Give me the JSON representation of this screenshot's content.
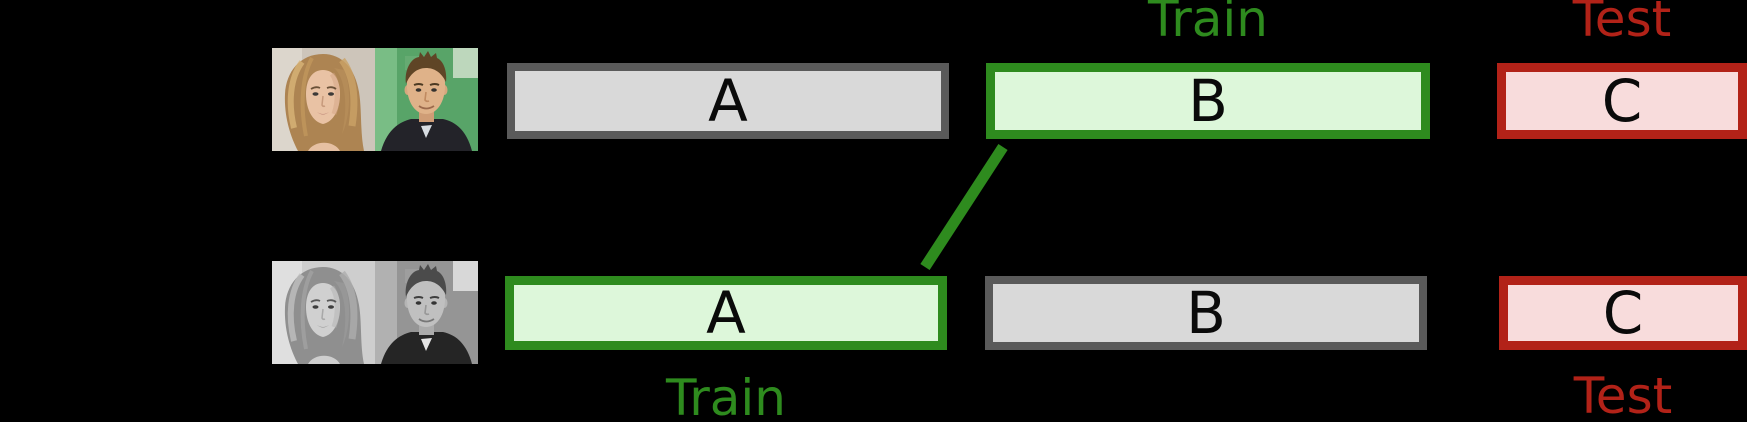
{
  "colors": {
    "background": "#000000",
    "train_green": "#2E8B1E",
    "train_fill": "#DDF7DA",
    "test_red": "#B22218",
    "test_fill": "#F8DCDC",
    "neutral_border": "#5A5A5A",
    "neutral_fill": "#D9D9D9",
    "bar_letter_color": "#0a0a0a"
  },
  "top_row": {
    "photos": {
      "left": "woman-color-portrait",
      "right": "man-color-portrait"
    },
    "train_label": "Train",
    "test_label": "Test",
    "bars": [
      {
        "label": "A",
        "style": "neutral"
      },
      {
        "label": "B",
        "style": "train"
      },
      {
        "label": "C",
        "style": "test"
      }
    ]
  },
  "bottom_row": {
    "photos": {
      "left": "woman-grayscale-portrait",
      "right": "man-grayscale-portrait"
    },
    "train_label": "Train",
    "test_label": "Test",
    "bars": [
      {
        "label": "A",
        "style": "train"
      },
      {
        "label": "B",
        "style": "neutral"
      },
      {
        "label": "C",
        "style": "test"
      }
    ]
  },
  "connector": {
    "from": "top-row-bar-B",
    "to": "bottom-row-bar-A",
    "color": "#2E8B1E"
  }
}
